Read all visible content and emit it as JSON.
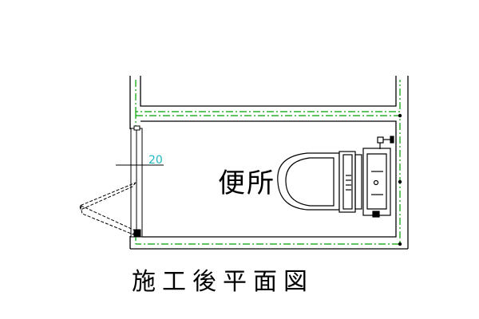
{
  "plan": {
    "room_name": "便所",
    "dimension_label": "20",
    "caption": "施工後平面図"
  },
  "colors": {
    "wall": "#000000",
    "centerline": "#00a000",
    "dimension": "#1fb8c0",
    "background": "#ffffff"
  },
  "icons": {
    "toilet": "toilet-icon",
    "sink": "hand-sink-icon",
    "faucet": "faucet-icon",
    "door": "folding-door-icon"
  }
}
